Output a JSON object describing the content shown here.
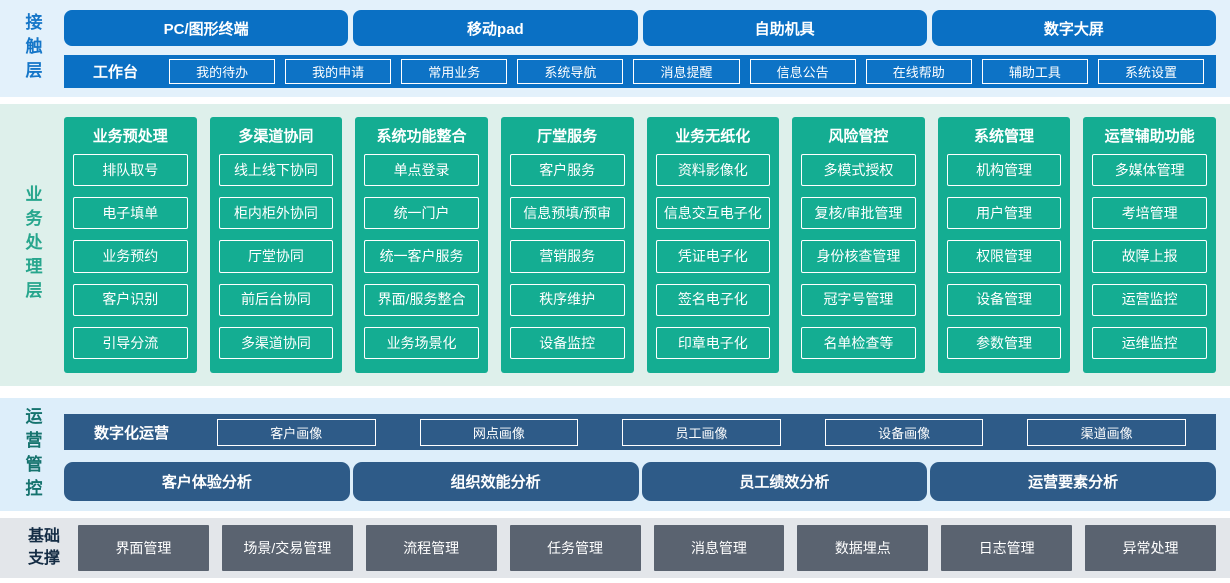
{
  "colors": {
    "contact_accent": "#0a70c4",
    "contact_bg": "#e3f1fb",
    "business_accent": "#14ad92",
    "business_bg": "#def0eb",
    "operations_accent": "#2e5b88",
    "operations_bg": "#ddeefa",
    "foundation_accent": "#5a6370",
    "foundation_bg": "#e3e6ea"
  },
  "contact": {
    "layer_label": "接触层",
    "terminals": [
      "PC/图形终端",
      "移动pad",
      "自助机具",
      "数字大屏"
    ],
    "workbench_label": "工作台",
    "workbench_items": [
      "我的待办",
      "我的申请",
      "常用业务",
      "系统导航",
      "消息提醒",
      "信息公告",
      "在线帮助",
      "辅助工具",
      "系统设置"
    ]
  },
  "business": {
    "layer_label": "业务处理层",
    "columns": [
      {
        "title": "业务预处理",
        "items": [
          "排队取号",
          "电子填单",
          "业务预约",
          "客户识别",
          "引导分流"
        ]
      },
      {
        "title": "多渠道协同",
        "items": [
          "线上线下协同",
          "柜内柜外协同",
          "厅堂协同",
          "前后台协同",
          "多渠道协同"
        ]
      },
      {
        "title": "系统功能整合",
        "items": [
          "单点登录",
          "统一门户",
          "统一客户服务",
          "界面/服务整合",
          "业务场景化"
        ]
      },
      {
        "title": "厅堂服务",
        "items": [
          "客户服务",
          "信息预填/预审",
          "营销服务",
          "秩序维护",
          "设备监控"
        ]
      },
      {
        "title": "业务无纸化",
        "items": [
          "资料影像化",
          "信息交互电子化",
          "凭证电子化",
          "签名电子化",
          "印章电子化"
        ]
      },
      {
        "title": "风险管控",
        "items": [
          "多模式授权",
          "复核/审批管理",
          "身份核查管理",
          "冠字号管理",
          "名单检查等"
        ]
      },
      {
        "title": "系统管理",
        "items": [
          "机构管理",
          "用户管理",
          "权限管理",
          "设备管理",
          "参数管理"
        ]
      },
      {
        "title": "运营辅助功能",
        "items": [
          "多媒体管理",
          "考培管理",
          "故障上报",
          "运营监控",
          "运维监控"
        ]
      }
    ]
  },
  "operations": {
    "layer_label": "运营管控",
    "digital_ops_label": "数字化运营",
    "portrait_items": [
      "客户画像",
      "网点画像",
      "员工画像",
      "设备画像",
      "渠道画像"
    ],
    "analysis_items": [
      "客户体验分析",
      "组织效能分析",
      "员工绩效分析",
      "运营要素分析"
    ]
  },
  "foundation": {
    "layer_label": "基础支撑",
    "items": [
      "界面管理",
      "场景/交易管理",
      "流程管理",
      "任务管理",
      "消息管理",
      "数据埋点",
      "日志管理",
      "异常处理"
    ]
  }
}
